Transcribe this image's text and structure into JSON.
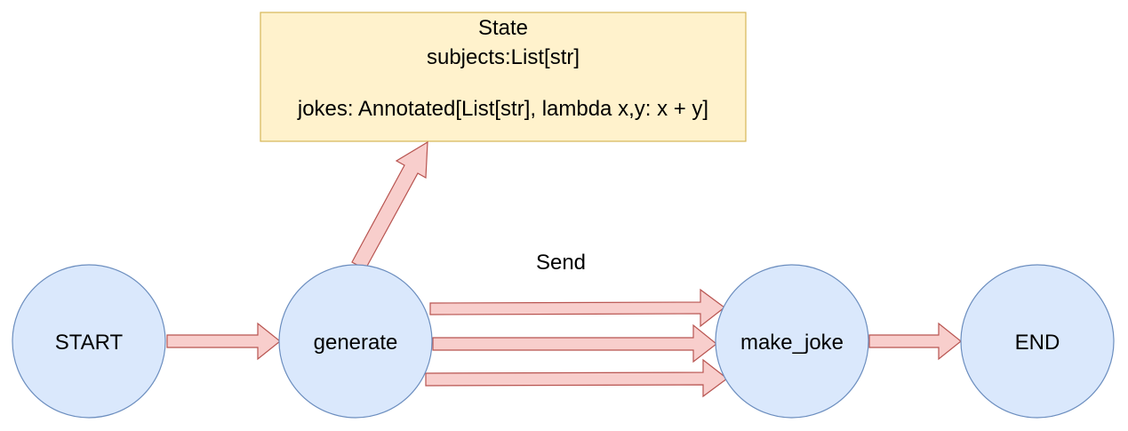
{
  "colors": {
    "node_fill": "#dae8fc",
    "node_stroke": "#6c8ebf",
    "state_fill": "#fff2cc",
    "state_stroke": "#d6b656",
    "arrow_fill": "#f8cecc",
    "arrow_stroke": "#b85450"
  },
  "state": {
    "title": "State",
    "line1": "subjects:List[str]",
    "line2": "jokes: Annotated[List[str], lambda x,y: x + y]"
  },
  "nodes": {
    "start": "START",
    "generate": "generate",
    "make_joke": "make_joke",
    "end": "END"
  },
  "edges": {
    "send_label": "Send"
  }
}
